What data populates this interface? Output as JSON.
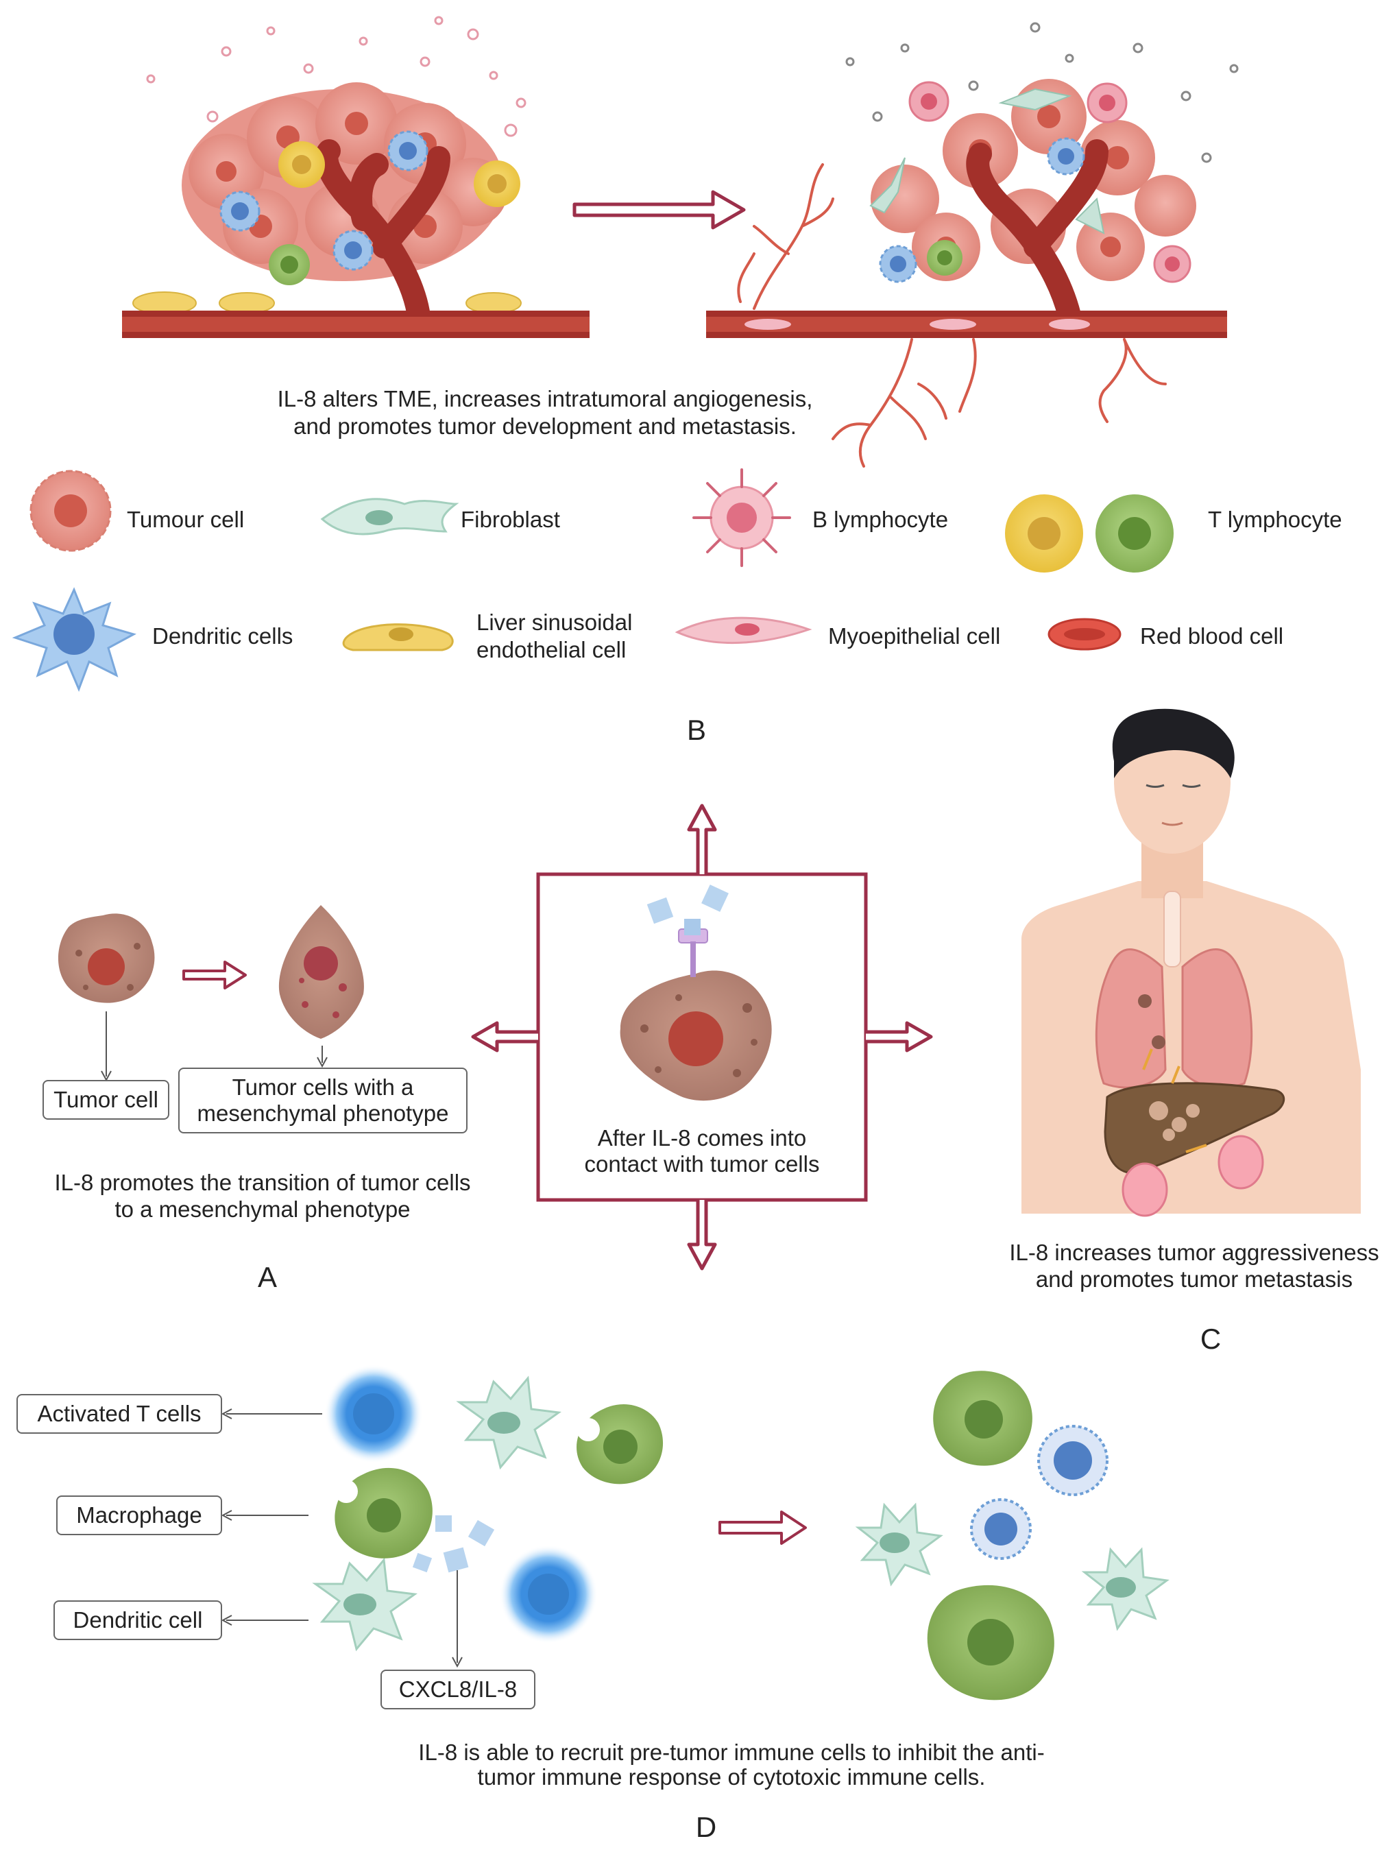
{
  "panel_b": {
    "label": "B",
    "caption_line1": "IL-8 alters TME, increases intratumoral angiogenesis,",
    "caption_line2": "and promotes tumor development and metastasis."
  },
  "legend": {
    "tumour_cell": "Tumour cell",
    "fibroblast": "Fibroblast",
    "b_lymphocyte": "B lymphocyte",
    "t_lymphocyte": "T lymphocyte",
    "dendritic_cells": "Dendritic cells",
    "liver_line1": "Liver sinusoidal",
    "liver_line2": "endothelial cell",
    "myoepithelial_cell": "Myoepithelial cell",
    "red_blood_cell": "Red blood cell"
  },
  "panel_a": {
    "label": "A",
    "tumor_cell": "Tumor cell",
    "mesenchymal_line1": "Tumor cells with a",
    "mesenchymal_line2": "mesenchymal phenotype",
    "caption_line1": "IL-8 promotes the transition of tumor cells",
    "caption_line2": "to a mesenchymal phenotype"
  },
  "center": {
    "caption_line1": "After IL-8 comes into",
    "caption_line2": "contact with tumor cells"
  },
  "panel_c": {
    "label": "C",
    "caption_line1": "IL-8 increases tumor aggressiveness",
    "caption_line2": "and promotes tumor metastasis"
  },
  "panel_d": {
    "label": "D",
    "activated_t_cells": "Activated T cells",
    "macrophage": "Macrophage",
    "dendritic_cell": "Dendritic cell",
    "cxcl8": "CXCL8/IL-8",
    "caption_line1": "IL-8 is able to recruit pre-tumor immune cells to inhibit the anti-",
    "caption_line2": "tumor immune response of cytotoxic immune cells."
  },
  "colors": {
    "arrow": "#9c2f4a",
    "vessel": "#a3302a",
    "tumour": "#e59088",
    "dendritic": "#8ab3e0",
    "t_yellow": "#f4d35e",
    "t_green": "#9cc46a",
    "macrophage": "#8fb560",
    "skin": "#f6d2bd"
  }
}
